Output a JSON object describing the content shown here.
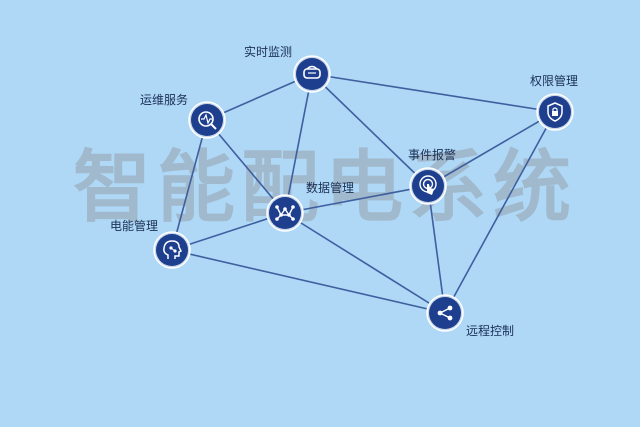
{
  "watermark": "智能配电系统",
  "colors": {
    "background": "#aed8f6",
    "node": "#1d3f8e",
    "edge": "#3f5f9f",
    "ring": "#c8d8ea"
  },
  "nodes": [
    {
      "id": "shishi",
      "label": "实时监测",
      "icon": "vr-headset-icon"
    },
    {
      "id": "yunwei",
      "label": "运维服务",
      "icon": "waveform-search-icon"
    },
    {
      "id": "quanxian",
      "label": "权限管理",
      "icon": "shield-lock-icon"
    },
    {
      "id": "shijian",
      "label": "事件报警",
      "icon": "touch-tap-icon"
    },
    {
      "id": "shuju",
      "label": "数据管理",
      "icon": "network-graph-icon"
    },
    {
      "id": "dianneng",
      "label": "电能管理",
      "icon": "ai-head-icon"
    },
    {
      "id": "yuancheng",
      "label": "远程控制",
      "icon": "share-icon"
    }
  ],
  "edges": [
    [
      "shishi",
      "yunwei"
    ],
    [
      "shishi",
      "shuju"
    ],
    [
      "shishi",
      "shijian"
    ],
    [
      "shishi",
      "quanxian"
    ],
    [
      "yunwei",
      "dianneng"
    ],
    [
      "yunwei",
      "shuju"
    ],
    [
      "quanxian",
      "shijian"
    ],
    [
      "quanxian",
      "yuancheng"
    ],
    [
      "shijian",
      "shuju"
    ],
    [
      "shijian",
      "yuancheng"
    ],
    [
      "shuju",
      "dianneng"
    ],
    [
      "shuju",
      "yuancheng"
    ],
    [
      "dianneng",
      "yuancheng"
    ]
  ]
}
